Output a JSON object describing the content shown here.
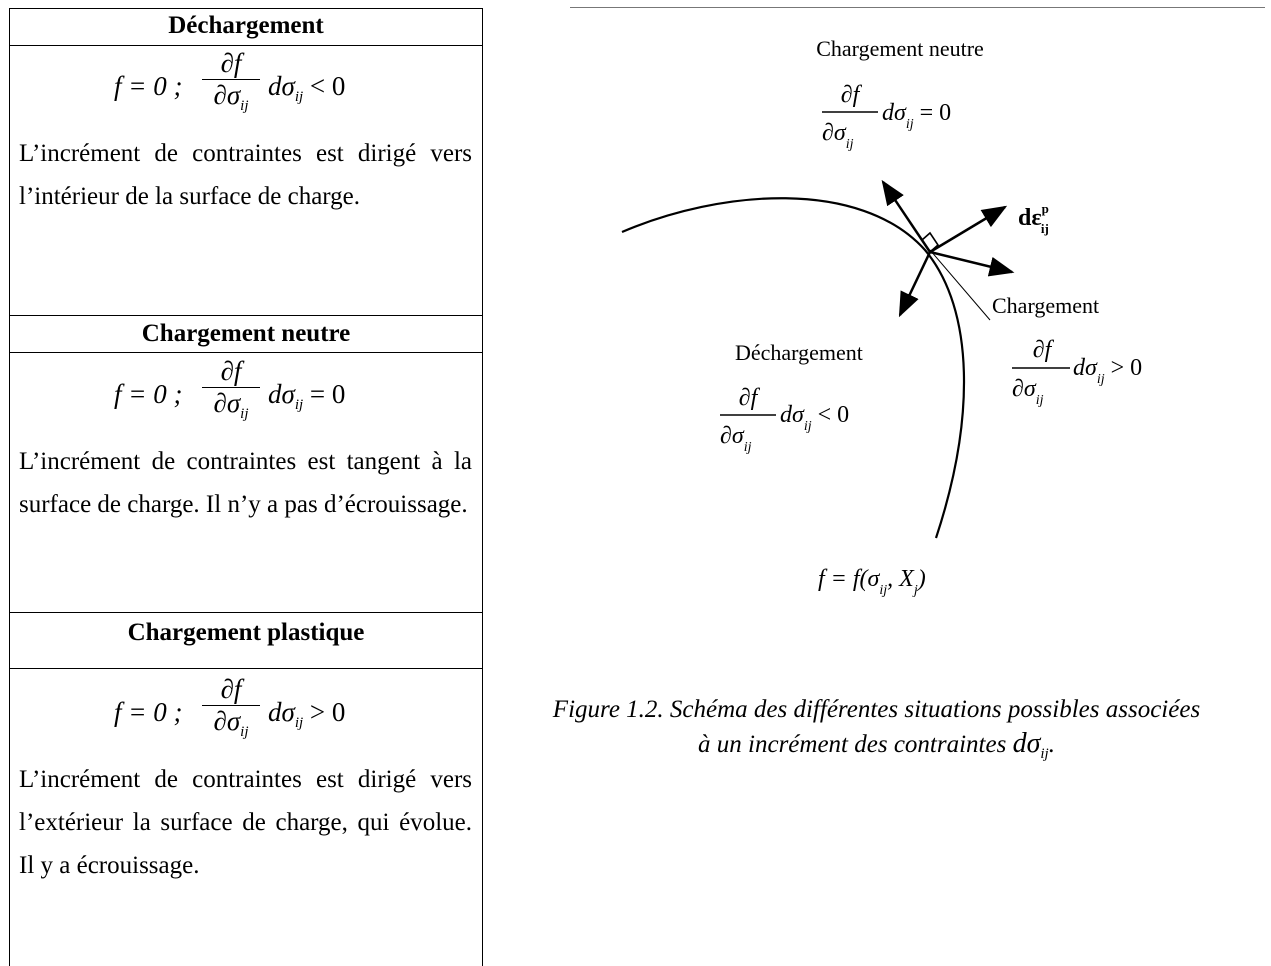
{
  "table": {
    "rows": [
      {
        "title": "Déchargement",
        "equation": {
          "lhs": "f = 0 ; ",
          "num": "∂f",
          "den": "∂σ",
          "den_sub": "ij",
          "mid": "dσ",
          "mid_sub": "ij",
          "rel": " < 0"
        },
        "text": "L’incrément de contraintes est dirigé vers l’intérieur de la surface de charge."
      },
      {
        "title": "Chargement neutre",
        "equation": {
          "lhs": "f = 0 ; ",
          "num": "∂f",
          "den": "∂σ",
          "den_sub": "ij",
          "mid": "dσ",
          "mid_sub": "ij",
          "rel": " = 0"
        },
        "text": "L’incrément de contraintes est tangent à la surface de charge. Il n’y a pas d’écrouissage."
      },
      {
        "title": "Chargement plastique",
        "equation": {
          "lhs": "f = 0 ; ",
          "num": "∂f",
          "den": "∂σ",
          "den_sub": "ij",
          "mid": "dσ",
          "mid_sub": "ij",
          "rel": " > 0"
        },
        "text": "L’incrément de contraintes est dirigé vers l’extérieur la surface de charge, qui évolue. Il y a écrouissage."
      }
    ]
  },
  "figure": {
    "labels": {
      "neutral": "Chargement neutre",
      "loading": "Chargement",
      "unloading": "Déchargement",
      "strain_increment": "dε",
      "strain_sup": "p",
      "strain_sub": "ij",
      "surface_eq": "f = f(σ",
      "surface_eq_sub": "ij",
      "surface_eq_rest": ", X",
      "surface_eq_sub2": "j",
      "surface_eq_end": ")"
    },
    "neutral_eq": {
      "num": "∂f",
      "den": "∂σ",
      "den_sub": "ij",
      "mid": "dσ",
      "mid_sub": "ij",
      "rel": " = 0"
    },
    "loading_eq": {
      "num": "∂f",
      "den": "∂σ",
      "den_sub": "ij",
      "mid": "dσ",
      "mid_sub": "ij",
      "rel": " > 0"
    },
    "unloading_eq": {
      "num": "∂f",
      "den": "∂σ",
      "den_sub": "ij",
      "mid": "dσ",
      "mid_sub": "ij",
      "rel": " < 0"
    },
    "caption_line1": "Figure 1.2. Schéma des différentes situations possibles associées",
    "caption_line2": "à un incrément des contraintes ",
    "caption_sym": "dσ",
    "caption_sub": "ij",
    "caption_end": "."
  }
}
